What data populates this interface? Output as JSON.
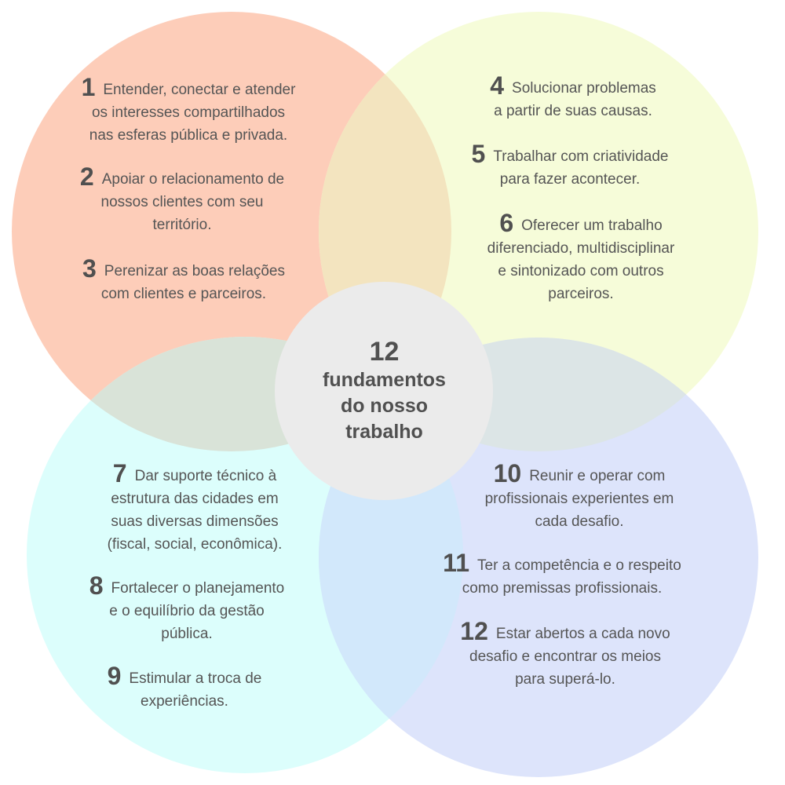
{
  "colors": {
    "top_left": "#fdcdb9",
    "top_right": "#f6fcd9",
    "bottom_left": "#dcfefc",
    "bottom_right": "#dde4fb",
    "tl_tr": "#f3e4bf",
    "tl_bl": "#d9e3d8",
    "tr_br": "#dce5e6",
    "bl_br": "#d2e8fb",
    "center": "#ebebeb",
    "text": "#555555"
  },
  "center": {
    "number": "12",
    "lines": [
      "fundamentos",
      "do nosso",
      "trabalho"
    ]
  },
  "items": [
    {
      "number": "1",
      "lines": [
        "Entender, conectar e atender",
        "os interesses compartilhados",
        "nas esferas pública e privada."
      ]
    },
    {
      "number": "2",
      "lines": [
        "Apoiar o relacionamento de",
        "nossos clientes com seu",
        "território."
      ]
    },
    {
      "number": "3",
      "lines": [
        "Perenizar as boas relações",
        "com clientes e parceiros."
      ]
    },
    {
      "number": "4",
      "lines": [
        "Solucionar problemas",
        "a partir de suas causas."
      ]
    },
    {
      "number": "5",
      "lines": [
        "Trabalhar com criatividade",
        "para fazer acontecer."
      ]
    },
    {
      "number": "6",
      "lines": [
        "Oferecer um trabalho",
        "diferenciado, multidisciplinar",
        "e sintonizado com outros",
        "parceiros."
      ]
    },
    {
      "number": "7",
      "lines": [
        "Dar suporte técnico à",
        "estrutura das cidades em",
        "suas diversas dimensões",
        "(fiscal, social, econômica)."
      ]
    },
    {
      "number": "8",
      "lines": [
        "Fortalecer o planejamento",
        "e o equilíbrio da gestão",
        "pública."
      ]
    },
    {
      "number": "9",
      "lines": [
        "Estimular a troca de",
        "experiências."
      ]
    },
    {
      "number": "10",
      "lines": [
        "Reunir e operar com",
        "profissionais experientes em",
        "cada desafio."
      ]
    },
    {
      "number": "11",
      "lines": [
        "Ter a competência e o respeito",
        "como premissas profissionais."
      ]
    },
    {
      "number": "12",
      "lines": [
        "Estar abertos a cada novo",
        "desafio e encontrar os meios",
        "para superá-lo."
      ]
    }
  ]
}
